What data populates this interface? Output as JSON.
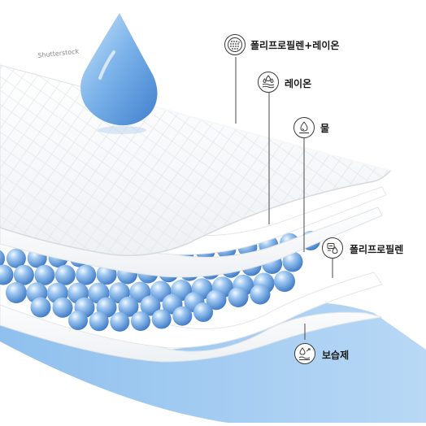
{
  "watermark": "Shutterstock",
  "labels": [
    {
      "text": "폴리프로필렌+레이온",
      "icon": "mesh-circle-icon"
    },
    {
      "text": "레이온",
      "icon": "water-fibers-icon"
    },
    {
      "text": "물",
      "icon": "water-drop-icon"
    },
    {
      "text": "폴리프로필렌",
      "icon": "fabric-drop-icon"
    },
    {
      "text": "보습제",
      "icon": "moisture-skin-icon"
    }
  ],
  "colors": {
    "accent_blue": "#6aa6e3",
    "light_blue": "#a9cdf1",
    "sheet_white": "#ffffff",
    "outline": "#3a3a3a"
  }
}
